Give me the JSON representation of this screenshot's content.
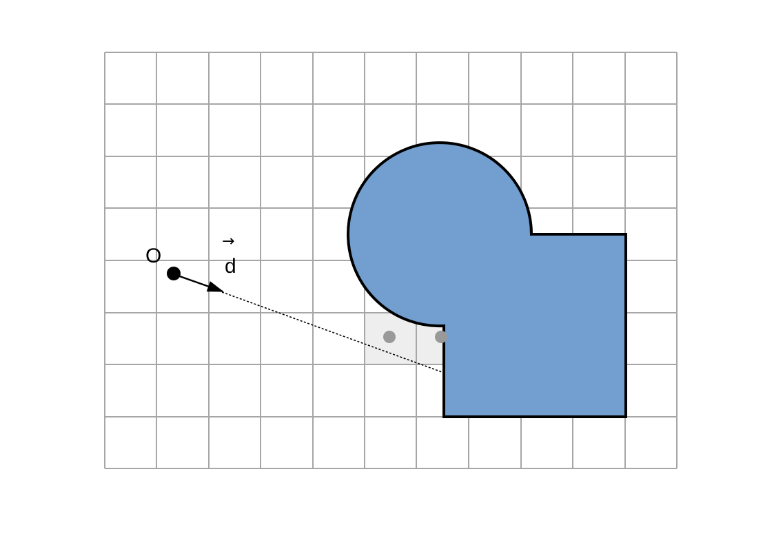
{
  "diagram": {
    "origin_label": "O",
    "direction_label": "d",
    "vector_arrow_glyph": "→",
    "colors": {
      "shape_fill": "#729fcf",
      "shape_outline": "#000000",
      "grid": "#a6a6a6",
      "highlight_cells": "#eeeeee",
      "sample_points": "#999999",
      "origin_point": "#000000"
    },
    "grid": {
      "columns": 11,
      "rows": 8
    },
    "highlighted_cells_count": 2,
    "sample_points_count": 2
  }
}
